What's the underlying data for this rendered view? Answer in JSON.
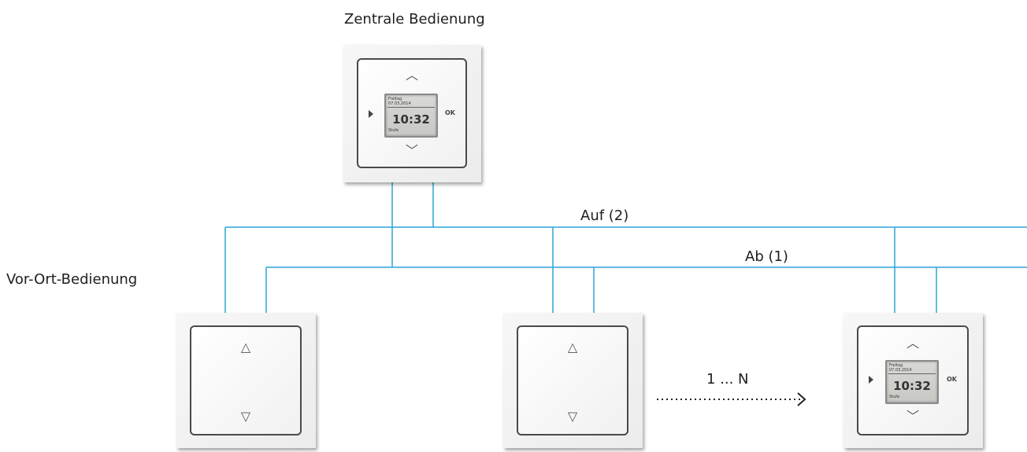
{
  "labels": {
    "central": "Zentrale Bedienung",
    "local": "Vor-Ort-Bedienung",
    "up_line": "Auf (2)",
    "down_line": "Ab (1)",
    "count": "1 ... N"
  },
  "display": {
    "day": "Freitag",
    "date": "07.03.2014",
    "time": "10:32",
    "footer": "Stufe",
    "ok_label": "OK"
  },
  "colors": {
    "wire": "#2aa6d5",
    "text": "#1e1e1e"
  }
}
